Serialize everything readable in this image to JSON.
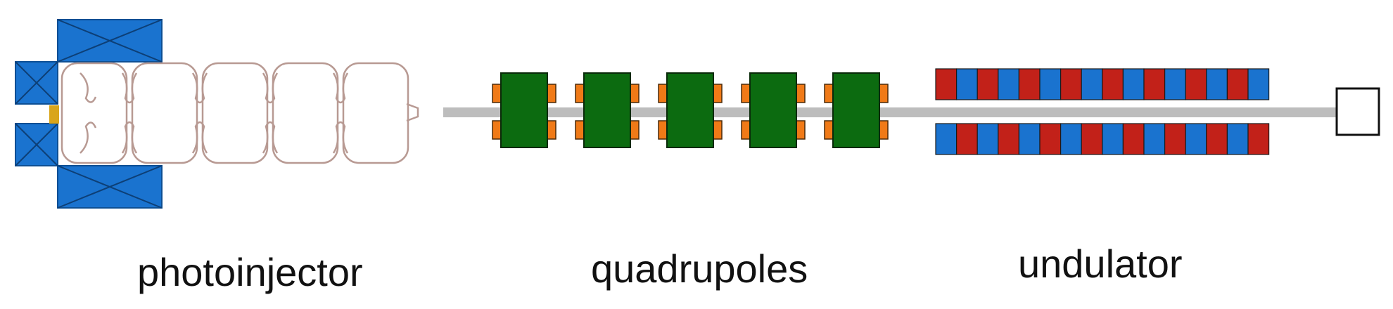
{
  "labels": {
    "photoinjector": "photoinjector",
    "quadrupoles": "quadrupoles",
    "undulator": "undulator"
  },
  "colors": {
    "solenoid_blue": "#1a73cf",
    "cathode_gold": "#d9a51a",
    "cavity_outline": "#b89a93",
    "beam_pipe": "#bdbdbd",
    "quad_green": "#0c6b10",
    "quad_pole_orange": "#f07a17",
    "undulator_red": "#c22119",
    "undulator_blue": "#1a73cf",
    "dump_outline": "#111111"
  },
  "components": {
    "cavity_cells": 5,
    "quadrupole_count": 5,
    "undulator_periods_per_row": 16,
    "undulator_top_starts_with": "red",
    "undulator_bottom_starts_with": "blue"
  }
}
